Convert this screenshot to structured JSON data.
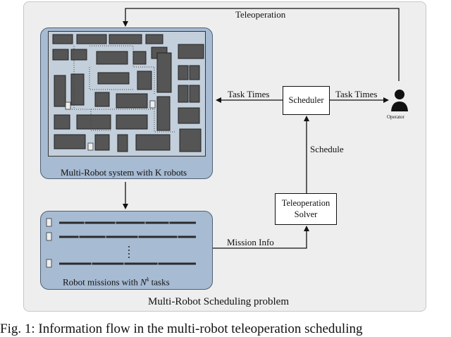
{
  "diagram": {
    "map_panel_label": "Multi-Robot system with K robots",
    "missions_label_prefix": "Robot missions with ",
    "missions_label_symbol": "N",
    "missions_label_sup": "k",
    "missions_label_suffix": " tasks",
    "scheduler_label": "Scheduler",
    "solver_label_line1": "Teleoperation",
    "solver_label_line2": "Solver",
    "operator_label": "Operator",
    "edge_teleoperation": "Teleoperation",
    "edge_task_times_left": "Task Times",
    "edge_task_times_right": "Task Times",
    "edge_schedule": "Schedule",
    "edge_mission_info": "Mission Info",
    "problem_label": "Multi-Robot Scheduling problem"
  },
  "caption": "Fig. 1: Information flow in the multi-robot teleoperation scheduling"
}
